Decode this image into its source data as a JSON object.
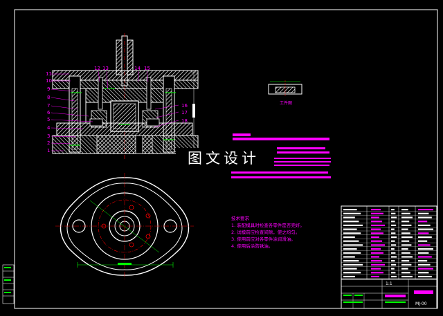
{
  "watermark": "图文设计",
  "main_view": {
    "callouts_left": [
      "11",
      "10",
      "9",
      "8",
      "7",
      "6",
      "5",
      "4",
      "3",
      "2",
      "1"
    ],
    "callouts_top": [
      "12",
      "13",
      "14",
      "15"
    ],
    "callouts_right": [
      "16",
      "17",
      "18"
    ]
  },
  "detail_view": {
    "caption": "工件图"
  },
  "notes": {
    "heading": "技术要求",
    "items": [
      "1. 装配模具时检查各零件是否完好。",
      "2. 试模前应检查间隙，使之均匀。",
      "3. 使用前应对各零件涂润滑油。",
      "4. 使用后涂防锈油。"
    ]
  },
  "title_block": {
    "scale_text": "1:1",
    "drawing_no": "MJ-00"
  },
  "colors": {
    "frame": "#ffffff",
    "outline": "#ffffff",
    "dimension": "#00ff00",
    "centerline": "#ff0000",
    "hatch": "#ffffff",
    "highlight": "#ff00ff",
    "text": "#ffffff"
  }
}
